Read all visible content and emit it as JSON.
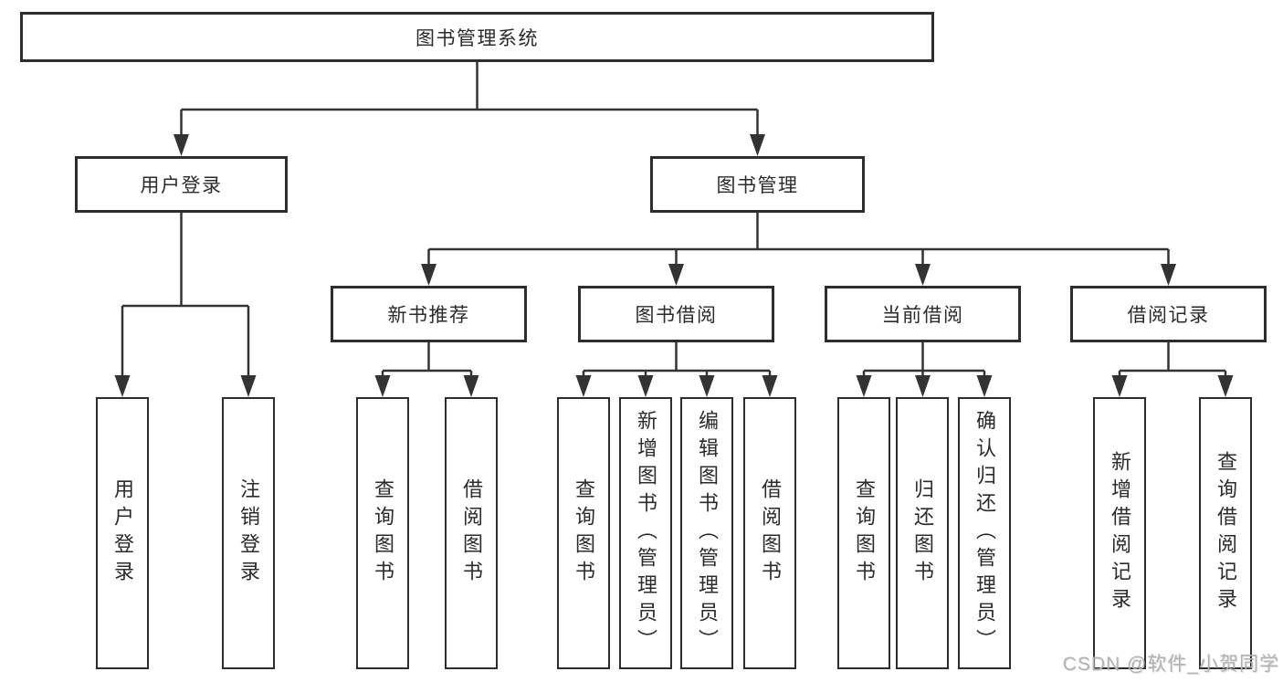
{
  "watermark": "CSDN @软件_小贺同学",
  "colors": {
    "line": "#333333",
    "box_border": "#2d2d2d",
    "box_fill": "#ffffff",
    "text": "#2b2b2b",
    "watermark_text": "#b3b3b3",
    "background": "#ffffff"
  },
  "tree": {
    "label": "图书管理系统",
    "children": [
      {
        "label": "用户登录",
        "children": [
          {
            "label": "用户登录"
          },
          {
            "label": "注销登录"
          }
        ]
      },
      {
        "label": "图书管理",
        "children": [
          {
            "label": "新书推荐",
            "children": [
              {
                "label": "查询图书"
              },
              {
                "label": "借阅图书"
              }
            ]
          },
          {
            "label": "图书借阅",
            "children": [
              {
                "label": "查询图书"
              },
              {
                "label": "新增图书（管理员）"
              },
              {
                "label": "编辑图书（管理员）"
              },
              {
                "label": "借阅图书"
              }
            ]
          },
          {
            "label": "当前借阅",
            "children": [
              {
                "label": "查询图书"
              },
              {
                "label": "归还图书"
              },
              {
                "label": "确认归还（管理员）"
              }
            ]
          },
          {
            "label": "借阅记录",
            "children": [
              {
                "label": "新增借阅记录"
              },
              {
                "label": "查询借阅记录"
              }
            ]
          }
        ]
      }
    ]
  }
}
